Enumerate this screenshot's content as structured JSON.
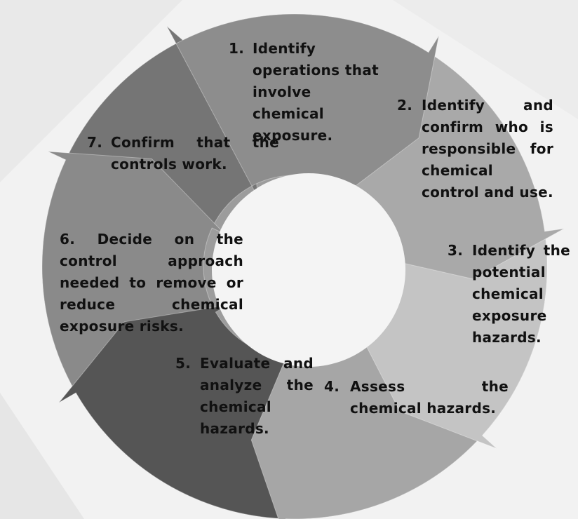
{
  "diagram": {
    "steps": [
      {
        "number": "1.",
        "text": "Identify operations that involve chemical exposure."
      },
      {
        "number": "2.",
        "text": "Identify and confirm who is responsible for chemical control and use."
      },
      {
        "number": "3.",
        "text": "Identify the potential chemical exposure hazards."
      },
      {
        "number": "4.",
        "text": "Assess the chemical hazards."
      },
      {
        "number": "5.",
        "text": "Evaluate and analyze the chemical hazards."
      },
      {
        "number": "6.",
        "text": "Decide on the control approach needed to remove or reduce chemical exposure risks."
      },
      {
        "number": "7.",
        "text": "Confirm that the controls work."
      }
    ],
    "colors": {
      "background": "#f2f2f2",
      "hub": "#f4f4f4",
      "segment_1": "#8d8d8d",
      "segment_2": "#a9a9a9",
      "segment_3": "#c4c4c4",
      "segment_4": "#a6a6a6",
      "segment_5": "#555555",
      "segment_6": "#8a8a8a",
      "segment_7": "#757575",
      "text": "#111111"
    }
  }
}
